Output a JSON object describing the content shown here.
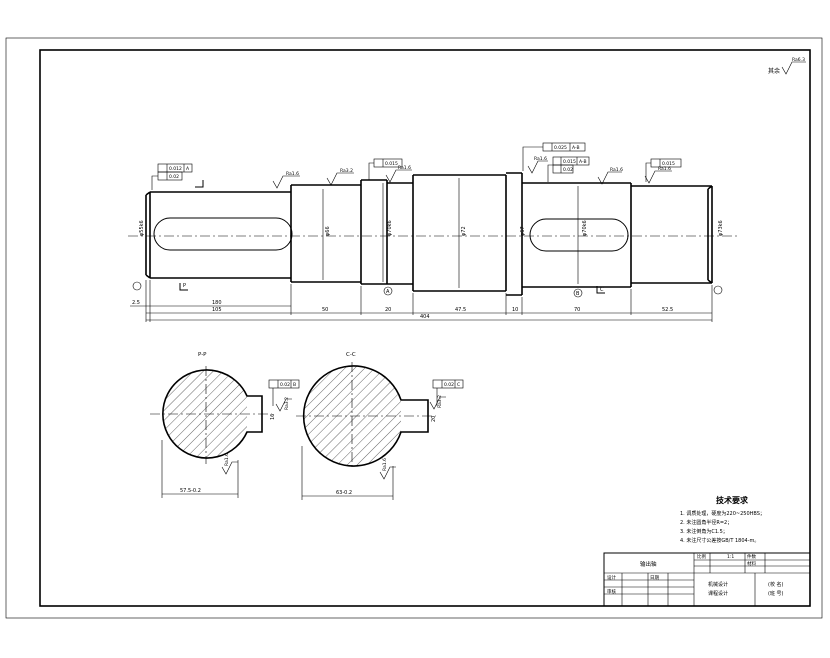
{
  "drawing": {
    "surface_note": "其余",
    "surface_symbol": "Ra6.3",
    "dims": {
      "d1": "2.5",
      "d2": "180",
      "d3": "105",
      "d4": "50",
      "d5": "20",
      "d6": "404",
      "d7": "47.5",
      "d8": "10",
      "d9": "70",
      "d10": "52.5"
    },
    "diameters": {
      "left_shaft": "φ55k6",
      "step1": "φ66",
      "step2": "φ70k6",
      "collar": "φ72",
      "shoulder": "φ67",
      "bearing_right": "φ70k6",
      "right_end": "φ73k6"
    },
    "roughness": {
      "r1": "Ra1.6",
      "r2": "Ra3.2",
      "r3": "Ra1.6",
      "r4": "Ra1.6",
      "r5": "Ra3.2",
      "r6": "Ra1.6",
      "r7": "Ra1.6",
      "r8": "Ra3.2"
    },
    "tolerances": {
      "t1a": "0.012",
      "t1b": "A",
      "t1c": "0.02",
      "t2": "0.015",
      "t3a": "0.025",
      "t3b": "A-B",
      "t4a": "0.015",
      "t4b": "A-B",
      "t4c": "0.02",
      "t5": "0.015"
    },
    "datums": {
      "a": "A",
      "b": "B"
    },
    "section_marks": {
      "p": "P",
      "c": "C"
    },
    "sections": {
      "left": {
        "title": "P-P",
        "width_dim": "57.5-0.2",
        "key_dim": "16",
        "tol": "0.02",
        "datum": "B",
        "ra": "Ra3.2",
        "ra2": "Ra1.6"
      },
      "right": {
        "title": "C-C",
        "width_dim": "63-0.2",
        "key_dim": "20",
        "tol": "0.02",
        "datum": "C",
        "ra": "Ra3.2",
        "ra2": "Ra1.6"
      }
    },
    "tech_req": {
      "title": "技术要求",
      "items": [
        "1. 调质处理，硬度为220~250HBS；",
        "2. 未注圆角半径R=2；",
        "3. 未注倒角为C1.5；",
        "4. 未注尺寸公差按GB/T 1804-m。"
      ]
    },
    "title_block": {
      "part_name": "输出轴",
      "scale_label": "比例",
      "scale_value": "1:1",
      "count_label": "件数",
      "material_label": "材料",
      "drawn": "设计",
      "checked": "审核",
      "date": "日期",
      "course1": "机械设计",
      "course2": "课程设计",
      "school": "(校 名)",
      "class": "(班 号)"
    }
  }
}
